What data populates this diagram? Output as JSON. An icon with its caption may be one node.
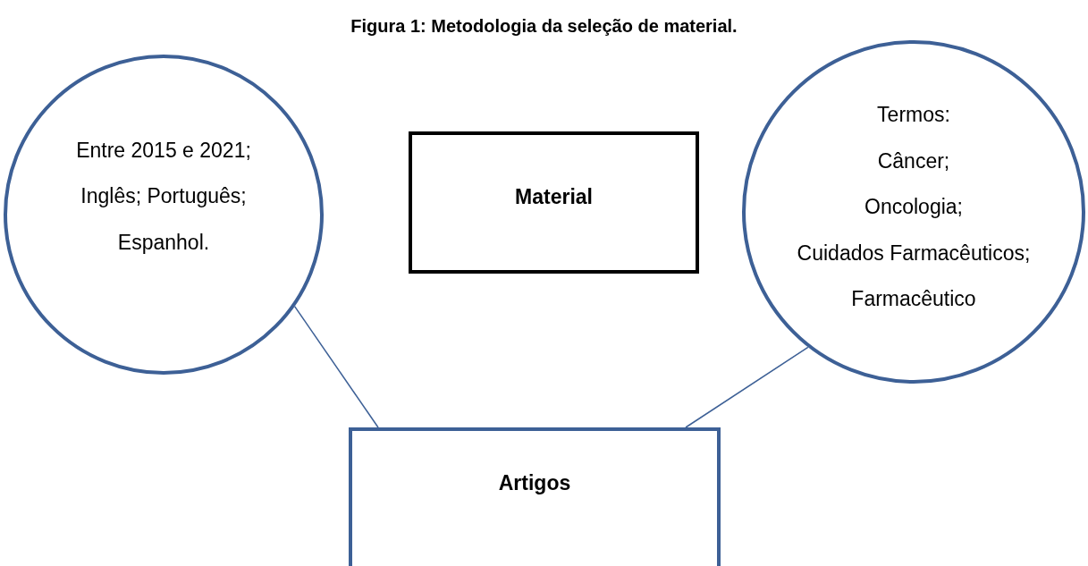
{
  "diagram": {
    "title": "Figura 1: Metodologia da seleção de material.",
    "nodes": [
      {
        "text": [
          "Entre 2015 e 2021;",
          "Inglês; Português;",
          "Espanhol."
        ]
      },
      {
        "text": [
          "Material"
        ]
      },
      {
        "text": [
          "Termos:",
          "Câncer;",
          "Oncologia;",
          "Cuidados Farmacêuticos;",
          "Farmacêutico"
        ]
      },
      {
        "text": [
          "Artigos"
        ]
      }
    ],
    "edges": [
      {
        "from": 0,
        "to": 3,
        "arrow": "none"
      },
      {
        "from": 2,
        "to": 3,
        "arrow": "none"
      }
    ]
  }
}
